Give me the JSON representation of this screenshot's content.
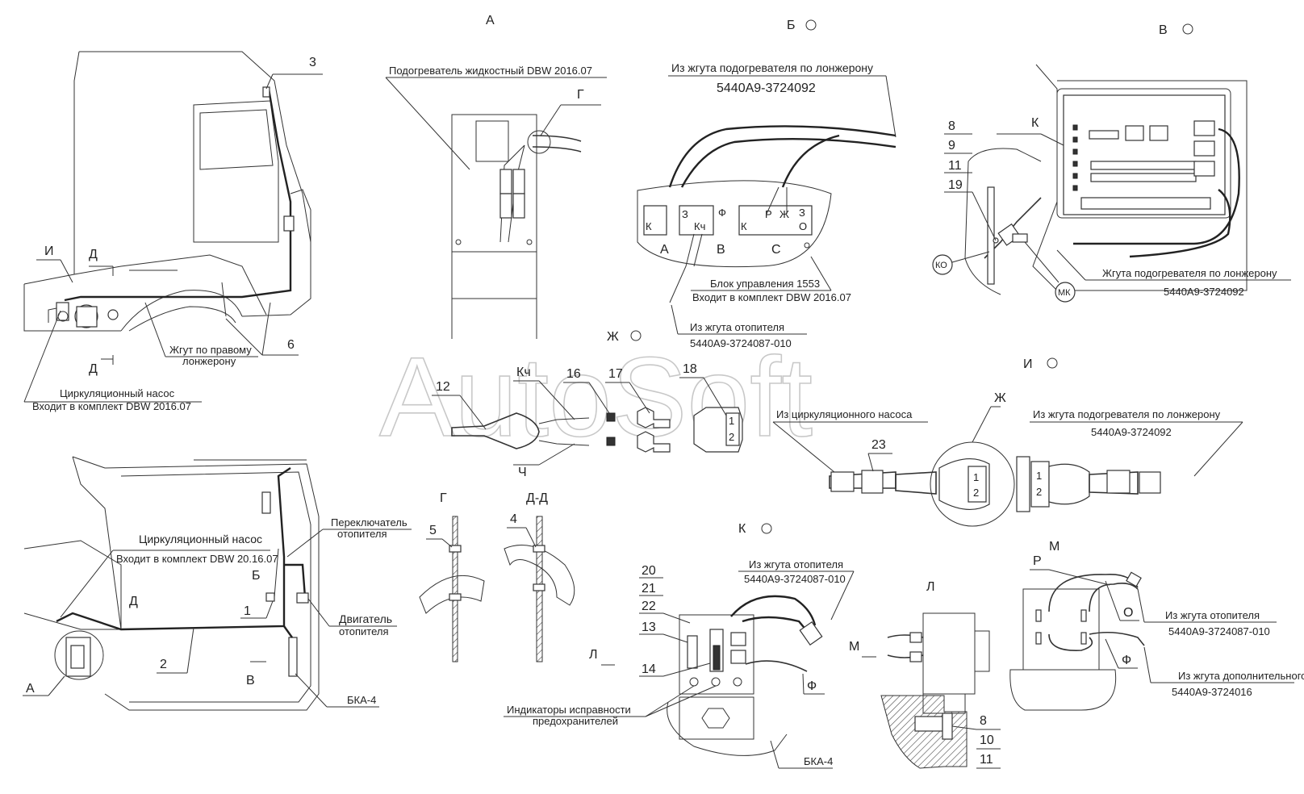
{
  "watermark": "AutoSoft",
  "views": {
    "a_title": "А",
    "b_title": "Б",
    "v_title": "В",
    "zh_title": "Ж",
    "i_title": "И",
    "g_title": "Г",
    "dd_title": "Д-Д",
    "k_title": "К",
    "l_title": "Л",
    "m_title": "М"
  },
  "labels": {
    "heater_liquid": "Подогреватель жидкостный DBW 2016.07",
    "from_heater_harness_spar": "Из жгута подогревателя по лонжерону",
    "harness_5440_092": "5440А9-3724092",
    "control_block": "Блок управления 1553",
    "included_kit": "Входит в комплект DBW 2016.07",
    "from_heater_harness": "Из жгута отопителя",
    "harness_5440_087": "5440А9-3724087-010",
    "heater_harness_spar": "Жгута подогревателя по лонжерону",
    "right_spar_harness_1": "Жгут по правому",
    "right_spar_harness_2": "лонжерону",
    "circ_pump": "Циркуляционный насос",
    "from_circ_pump": "Из циркуляционного насоса",
    "heater_switch_1": "Переключатель",
    "heater_switch_2": "отопителя",
    "included_kit_2": "Входит в комплект DBW 20.16.07",
    "heater_engine_1": "Двигатель",
    "heater_engine_2": "отопителя",
    "bka4": "БКА-4",
    "fuse_indicators_1": "Индикаторы исправности",
    "fuse_indicators_2": "предохранителей",
    "from_additional_harness": "Из жгута дополнительного",
    "harness_5440_016": "5440А9-3724016"
  },
  "callouts": {
    "n1": "1",
    "n2": "2",
    "n3": "3",
    "n4": "4",
    "n5": "5",
    "n6": "6",
    "n8": "8",
    "n9": "9",
    "n10": "10",
    "n11": "11",
    "n12": "12",
    "n13": "13",
    "n14": "14",
    "n16": "16",
    "n17": "17",
    "n18": "18",
    "n19": "19",
    "n20": "20",
    "n21": "21",
    "n22": "22",
    "n23": "23",
    "A": "А",
    "B": "Б",
    "V": "В",
    "G": "Г",
    "D": "Д",
    "I": "И",
    "K": "К",
    "L": "Л",
    "M": "М",
    "Zh": "Ж",
    "P": "Р",
    "O": "О",
    "F": "Ф",
    "Kch": "Кч",
    "Ch": "Ч",
    "KO": "КО",
    "MK": "МК",
    "C": "С",
    "Z": "З",
    "K_pin": "К",
    "Zh_pin": "Ж",
    "P_pin": "Р",
    "F_pin": "Ф"
  }
}
